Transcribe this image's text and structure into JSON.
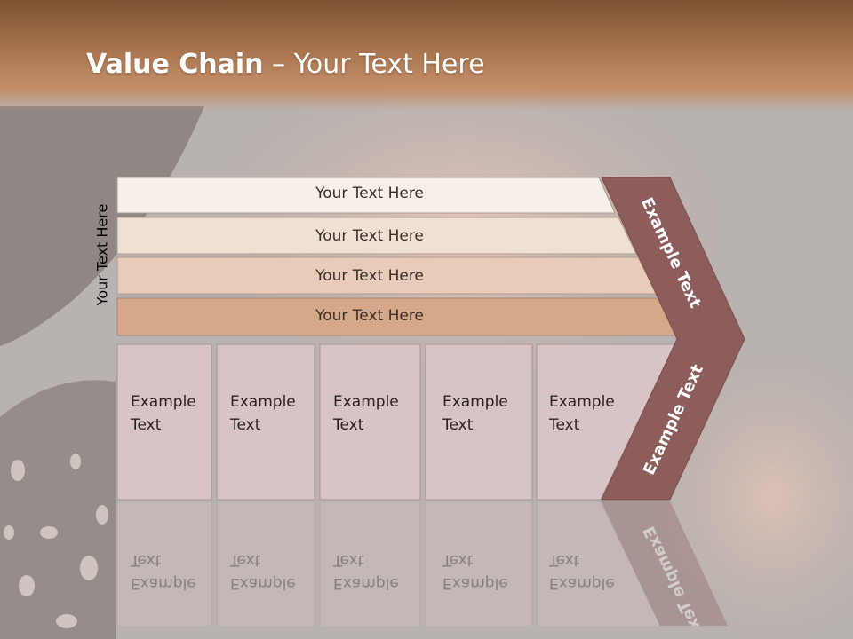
{
  "slide": {
    "title_bold": "Value Chain",
    "title_rest": " – Your Text Here",
    "side_label": "Your Text Here",
    "layers": [
      {
        "label": "Your Text Here",
        "color": "#f6efea"
      },
      {
        "label": "Your Text Here",
        "color": "#f0e0d4"
      },
      {
        "label": "Your Text Here",
        "color": "#e8cbb8"
      },
      {
        "label": "Your Text Here",
        "color": "#d6a88a"
      }
    ],
    "boxes": [
      {
        "text": "Example\nText"
      },
      {
        "text": "Example\nText"
      },
      {
        "text": "Example\nText"
      },
      {
        "text": "Example\nText"
      },
      {
        "text": "Example\nText"
      }
    ],
    "chevron": {
      "upper_text": "Example Text",
      "lower_text": "Example Text",
      "color": "#8d5d5b"
    },
    "box_color": "#d8c4c4"
  }
}
